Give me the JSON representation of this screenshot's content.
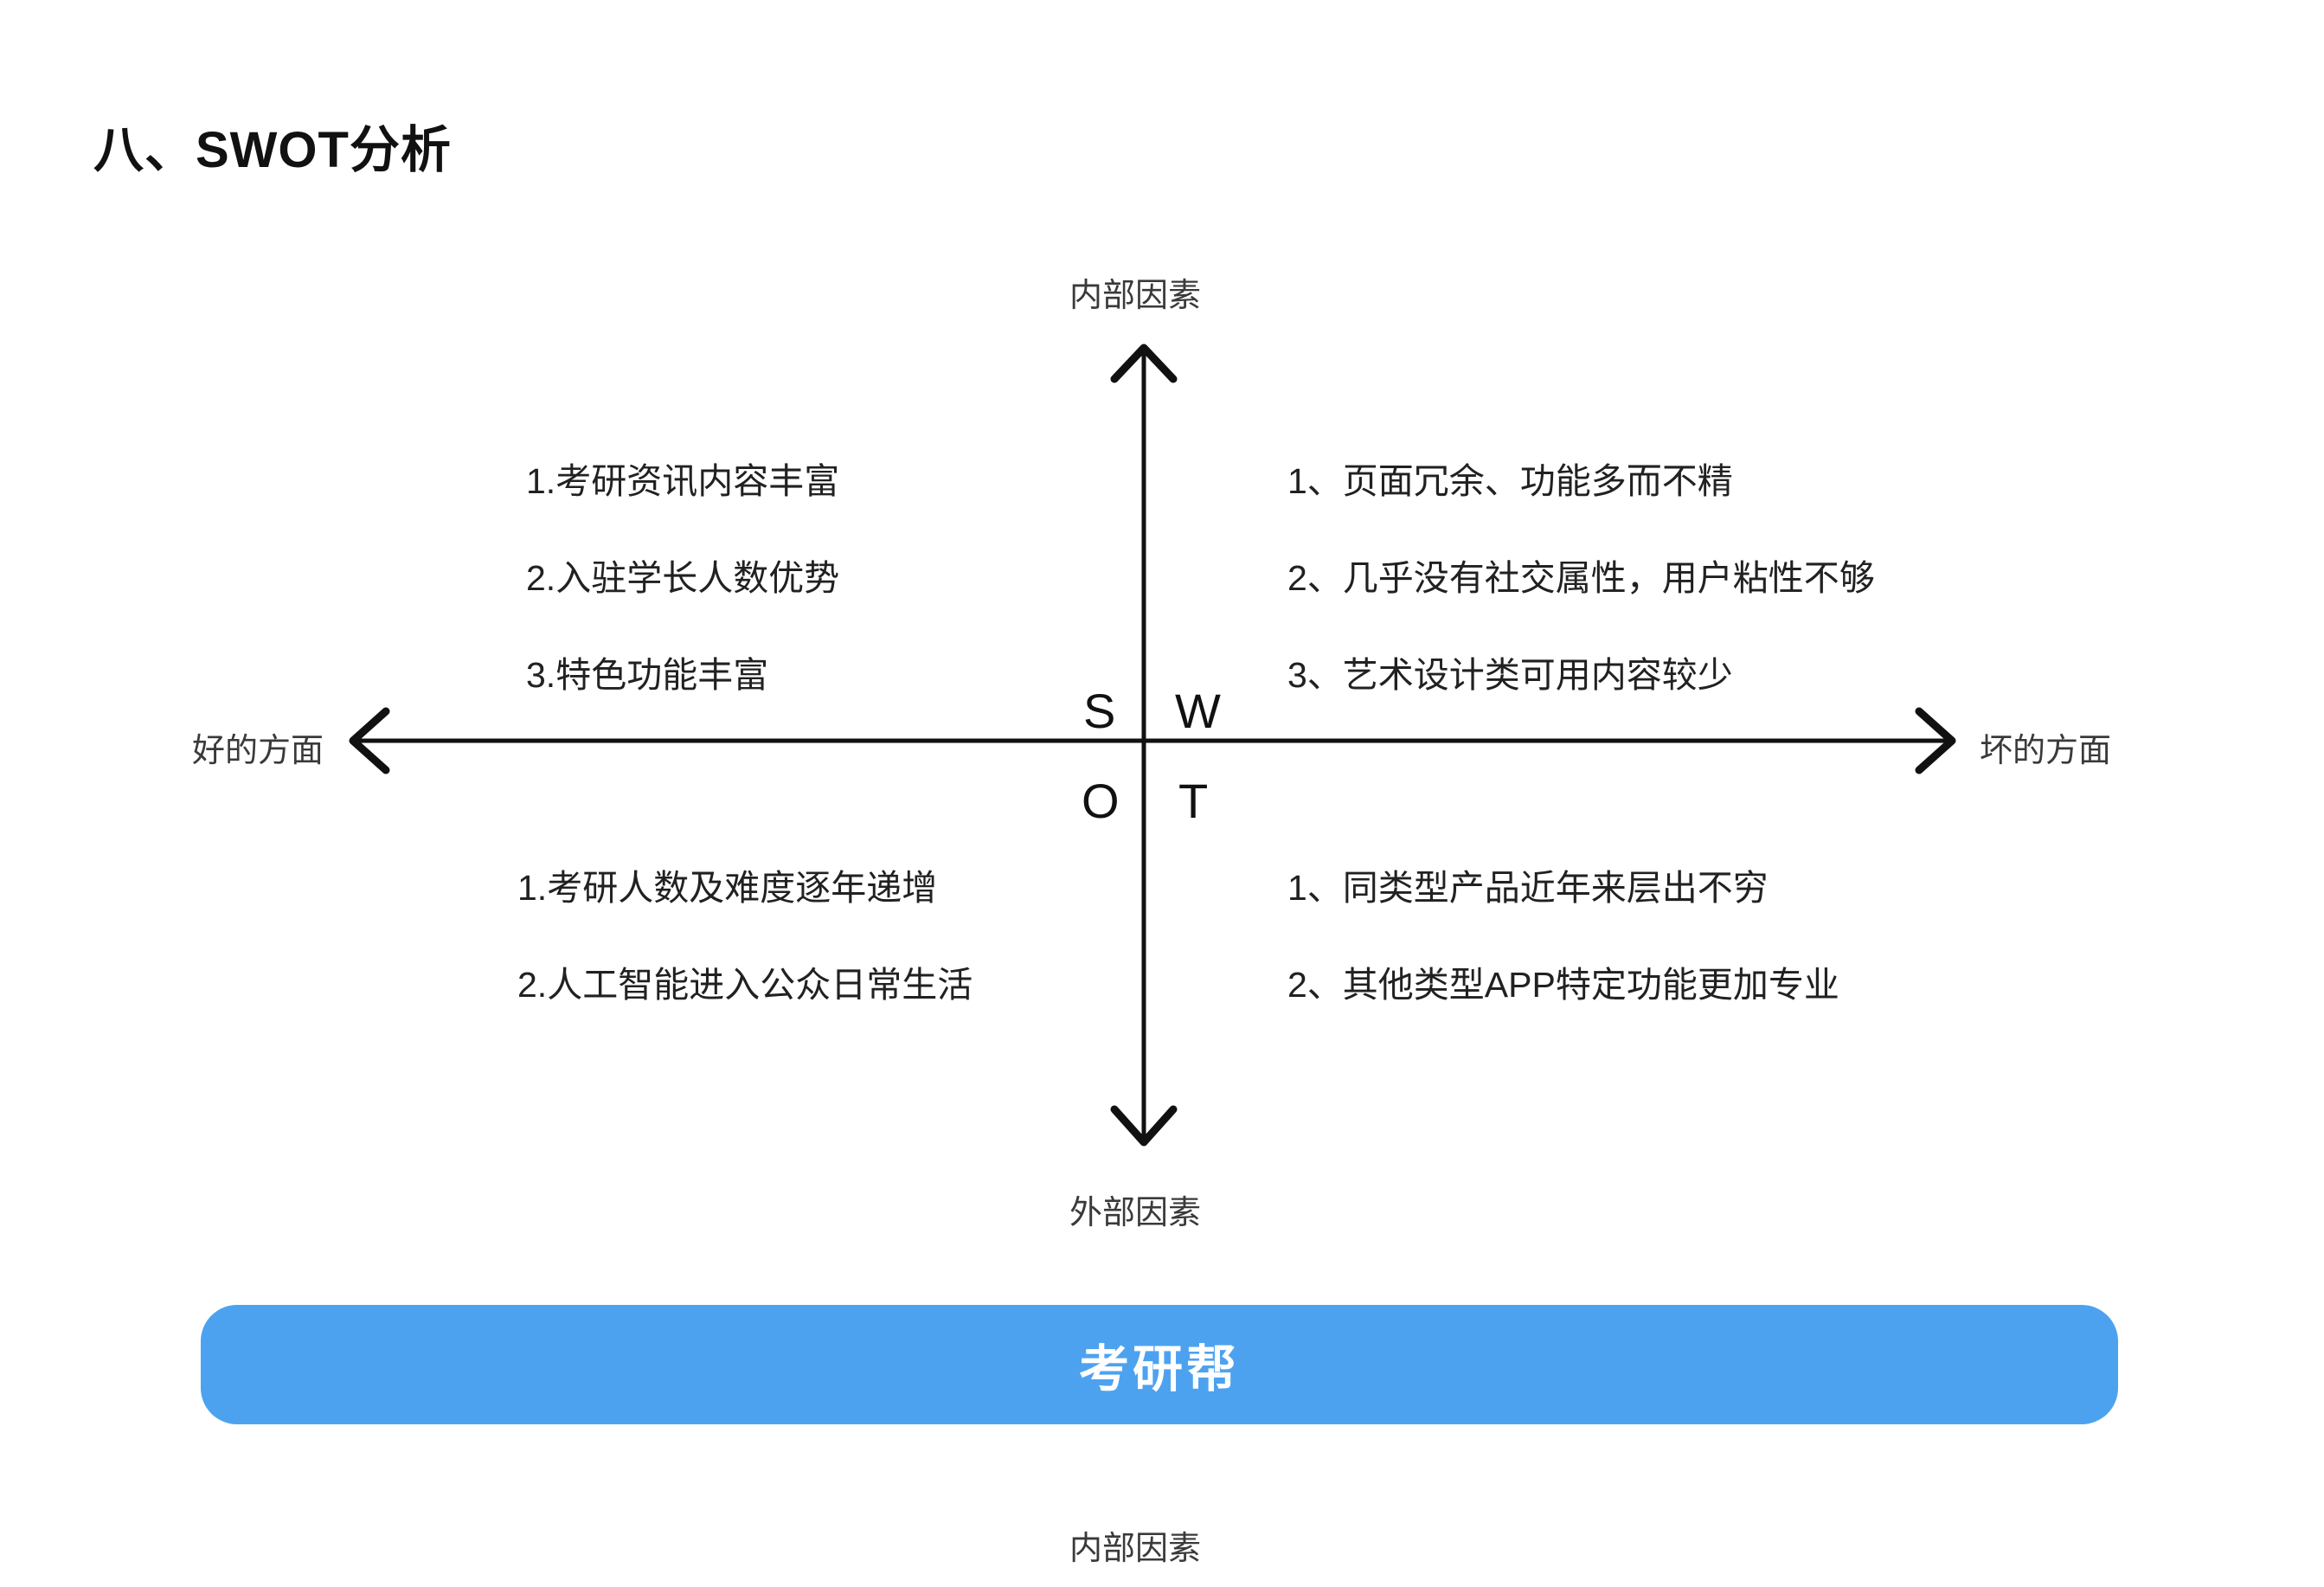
{
  "slide": {
    "title": "八、SWOT分析",
    "background_color": "#ffffff"
  },
  "chart_data": {
    "type": "table",
    "title": "八、SWOT分析",
    "axes": {
      "vertical_top_label": "内部因素",
      "vertical_bottom_label": "外部因素",
      "horizontal_left_label": "好的方面",
      "horizontal_right_label": "坏的方面"
    },
    "center_letters": {
      "top_left": "S",
      "top_right": "W",
      "bottom_left": "O",
      "bottom_right": "T"
    },
    "quadrants": [
      {
        "key": "strengths",
        "letter": "S",
        "position": "top-left",
        "items": [
          "1.考研资讯内容丰富",
          "2.入驻学长人数优势",
          "3.特色功能丰富"
        ]
      },
      {
        "key": "weaknesses",
        "letter": "W",
        "position": "top-right",
        "items": [
          "1、页面冗余、功能多而不精",
          "2、几乎没有社交属性，用户粘性不够",
          "3、艺术设计类可用内容较少"
        ]
      },
      {
        "key": "opportunities",
        "letter": "O",
        "position": "bottom-left",
        "items": [
          "1.考研人数及难度逐年递增",
          "2.人工智能进入公众日常生活"
        ]
      },
      {
        "key": "threats",
        "letter": "T",
        "position": "bottom-right",
        "items": [
          "1、同类型产品近年来层出不穷",
          "2、其他类型APP特定功能更加专业"
        ]
      }
    ]
  },
  "banner": {
    "label": "考研帮",
    "background_color": "#4da2f0",
    "text_color": "#ffffff"
  },
  "footer": {
    "note": "内部因素"
  }
}
